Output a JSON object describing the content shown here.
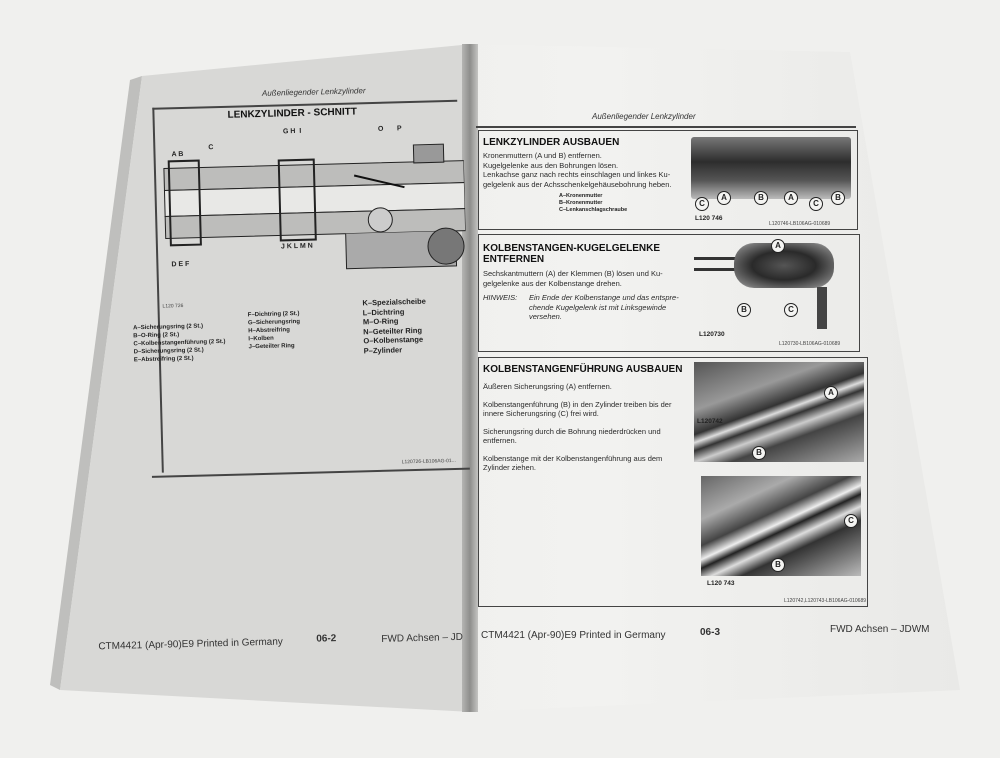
{
  "left_page": {
    "header": "Außenliegender Lenkzylinder",
    "title": "LENKZYLINDER - SCHNITT",
    "diagram_letters": [
      "A",
      "B",
      "C",
      "D",
      "E",
      "F",
      "G",
      "H",
      "I",
      "J",
      "K",
      "L",
      "M",
      "N",
      "O",
      "P"
    ],
    "figure_id": "L120 726",
    "figure_code": "L120726-LB106AG-01...",
    "legend_col1": [
      "A–Sicherungsring (2 St.)",
      "B–O-Ring (2 St.)",
      "C–Kolbenstangenführung (2 St.)",
      "D–Sicherungsring (2 St.)",
      "E–Abstreifring (2 St.)"
    ],
    "legend_col2": [
      "F–Dichtring (2 St.)",
      "G–Sicherungsring",
      "H–Abstreifring",
      "I–Kolben",
      "J–Geteilter Ring"
    ],
    "legend_col3": [
      "K–Spezialscheibe",
      "L–Dichtring",
      "M–O-Ring",
      "N–Geteilter Ring",
      "O–Kolbenstange",
      "P–Zylinder"
    ],
    "footer": {
      "doc": "CTM4421 (Apr-90)E9 Printed in Germany",
      "page": "06-2",
      "section": "FWD Achsen – JD"
    }
  },
  "right_page": {
    "header": "Außenliegender Lenkzylinder",
    "sections": [
      {
        "title": "LENKZYLINDER AUSBAUEN",
        "text": [
          "Kronenmuttern (A und B) entfernen.",
          "Kugelgelenke aus den Bohrungen lösen.",
          "Lenkachse ganz nach rechts einschlagen und linkes Ku-",
          "gelgelenk aus der Achsschenkelgehäusebohrung heben."
        ],
        "legend": [
          "A–Kronenmutter",
          "B–Kronenmutter",
          "C–Lenkanschlagschraube"
        ],
        "figure_id": "L120 746",
        "figure_code": "L120746-LB106AG-010689",
        "callouts": [
          "A",
          "B",
          "C",
          "A",
          "C",
          "B"
        ]
      },
      {
        "title": "KOLBENSTANGEN-KUGELGELENKE ENTFERNEN",
        "text": [
          "Sechskantmuttern (A) der Klemmen (B) lösen und Ku-",
          "gelgelenke aus der Kolbenstange drehen."
        ],
        "note_label": "HINWEIS:",
        "note": [
          "Ein Ende der Kolbenstange und das entspre-",
          "chende Kugelgelenk ist mit Linksgewinde",
          "versehen."
        ],
        "figure_id": "L120730",
        "figure_code": "L120730-LB106AG-010689",
        "callouts": [
          "A",
          "B",
          "C"
        ]
      },
      {
        "title": "KOLBENSTANGENFÜHRUNG AUSBAUEN",
        "text": [
          "Äußeren Sicherungsring (A) entfernen.",
          "Kolbenstangenführung (B) in den Zylinder treiben bis der innere Sicherungsring (C) frei wird.",
          "Sicherungsring durch die Bohrung niederdrücken und entfernen.",
          "Kolbenstange mit der Kolbenstangenführung aus dem Zylinder ziehen."
        ],
        "figure_ids": [
          "L120742",
          "L120 743"
        ],
        "figure_code": "L120742,L120743-LB106AG-010689",
        "callouts": [
          "A",
          "B",
          "C",
          "B"
        ]
      }
    ],
    "footer": {
      "doc": "CTM4421 (Apr-90)E9 Printed in Germany",
      "page": "06-3",
      "section": "FWD Achsen – JDWM"
    }
  }
}
